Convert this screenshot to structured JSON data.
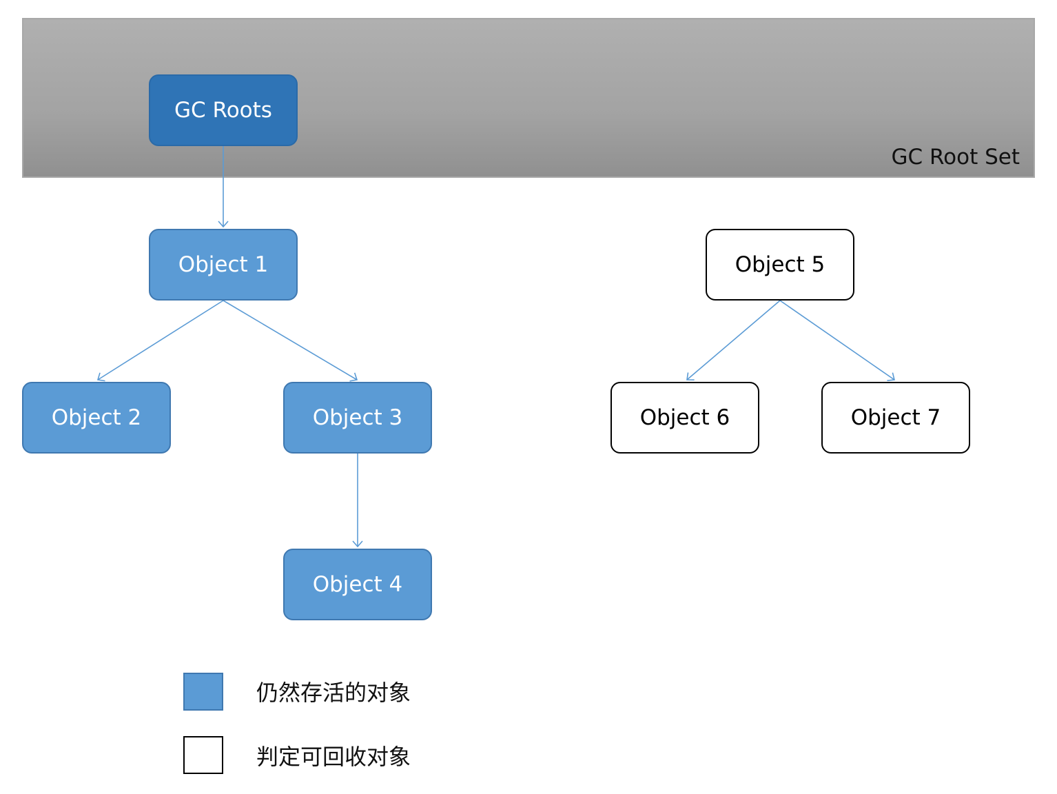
{
  "root_set": {
    "label": "GC Root Set"
  },
  "nodes": {
    "gc_roots": "GC Roots",
    "object1": "Object 1",
    "object2": "Object 2",
    "object3": "Object 3",
    "object4": "Object 4",
    "object5": "Object 5",
    "object6": "Object 6",
    "object7": "Object 7"
  },
  "edges": [
    {
      "from": "GC Roots",
      "to": "Object 1"
    },
    {
      "from": "Object 1",
      "to": "Object 2"
    },
    {
      "from": "Object 1",
      "to": "Object 3"
    },
    {
      "from": "Object 3",
      "to": "Object 4"
    },
    {
      "from": "Object 5",
      "to": "Object 6"
    },
    {
      "from": "Object 5",
      "to": "Object 7"
    }
  ],
  "legend": {
    "alive_label": "仍然存活的对象",
    "collectable_label": "判定可回收对象"
  },
  "colors": {
    "root_fill": "#2f74b6",
    "alive_fill": "#5b9bd5",
    "dead_fill": "#ffffff",
    "edge": "#5b9bd5",
    "root_set_band": "#a3a3a3"
  }
}
